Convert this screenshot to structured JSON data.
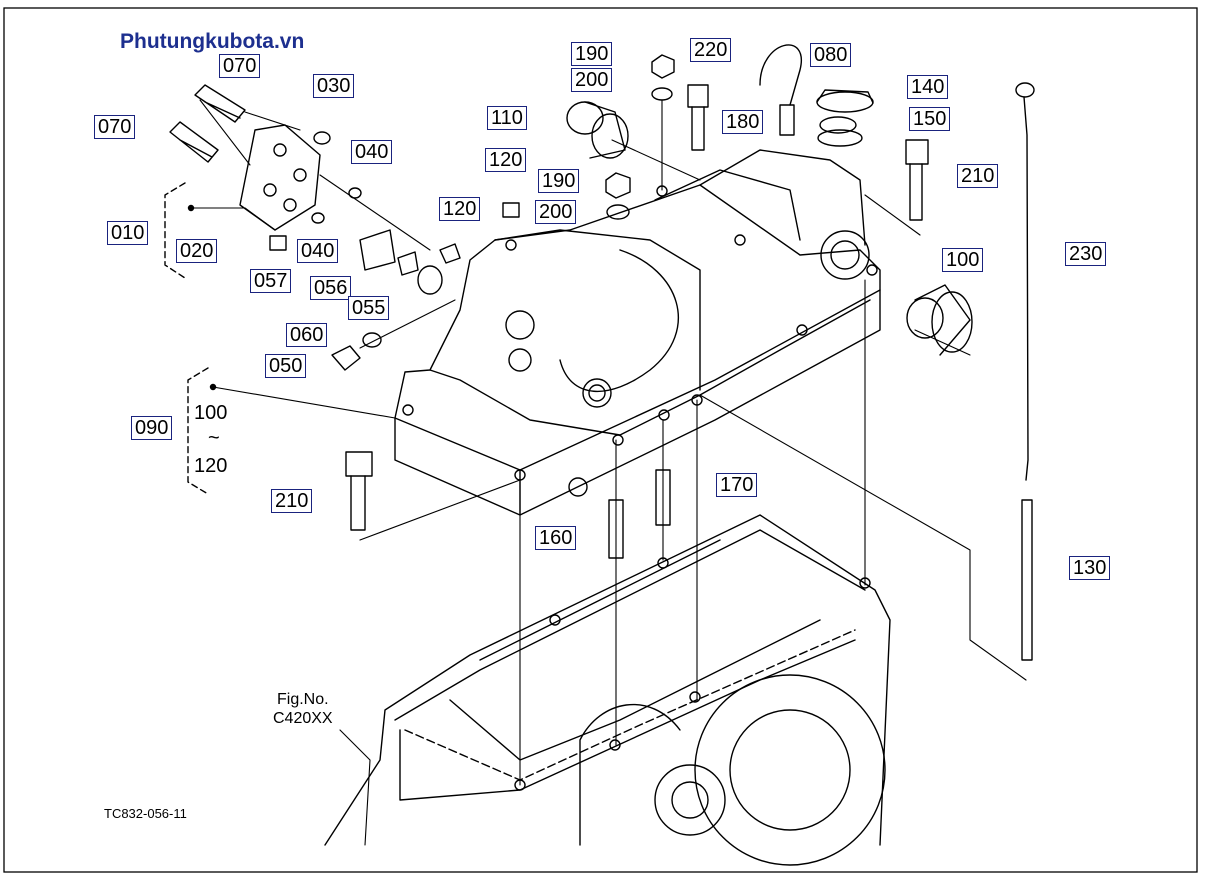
{
  "site": {
    "watermark": "Phutungkubota.vn"
  },
  "labels": {
    "p070a": "070",
    "p070b": "070",
    "p030": "030",
    "p040a": "040",
    "p040b": "040",
    "p010": "010",
    "p020": "020",
    "p057": "057",
    "p056": "056",
    "p055": "055",
    "p060": "060",
    "p050": "050",
    "p090": "090",
    "p210a": "210",
    "p160": "160",
    "p170": "170",
    "p120a": "120",
    "p120b": "120",
    "p190a": "190",
    "p200a": "200",
    "p190b": "190",
    "p200b": "200",
    "p110": "110",
    "p180": "180",
    "p220": "220",
    "p080": "080",
    "p140": "140",
    "p150": "150",
    "p210b": "210",
    "p100": "100",
    "p230": "230",
    "p130": "130"
  },
  "range": {
    "from": "100",
    "tilde": "~",
    "to": "120"
  },
  "figure": {
    "fig_label": "Fig.No.",
    "fig_no": "C420XX",
    "drawing_code": "TC832-056-11"
  }
}
